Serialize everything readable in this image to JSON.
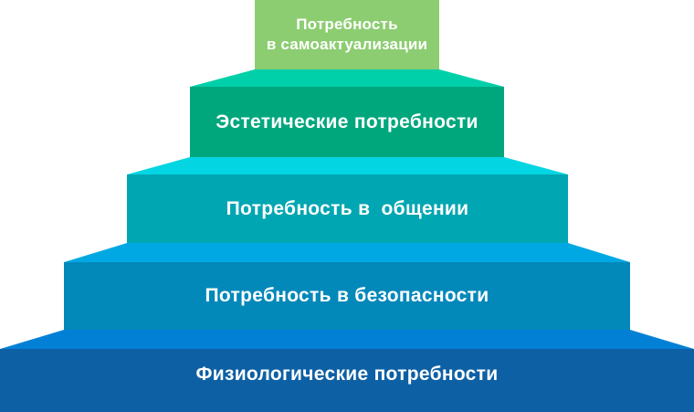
{
  "diagram": {
    "kind": "stepped-pyramid-of-needs",
    "text_color": "#FFFFFF",
    "levels": [
      {
        "rank": 1,
        "label": "Потребность\nв самоактуализации",
        "front_color": "#8CCD71"
      },
      {
        "rank": 2,
        "label": "Эстетические потребности",
        "front_color": "#00A77D",
        "top_color": "#00D0A9"
      },
      {
        "rank": 3,
        "label": "Потребность в  общении",
        "front_color": "#00A6B2",
        "top_color": "#04D5E2"
      },
      {
        "rank": 4,
        "label": "Потребность в безопасности",
        "front_color": "#0388BA",
        "top_color": "#00A8E3"
      },
      {
        "rank": 5,
        "label": "Физиологические потребности",
        "front_color": "#0D60A4",
        "top_color": "#0280D6"
      }
    ]
  }
}
